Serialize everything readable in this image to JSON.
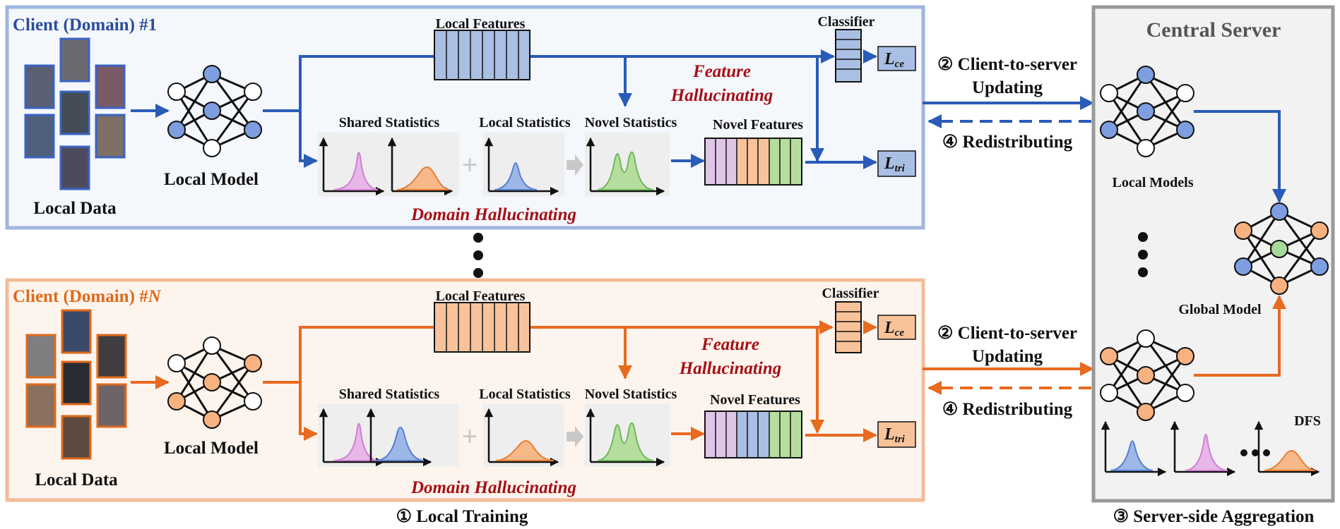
{
  "client1": {
    "title": "Client (Domain) #1",
    "local_data": "Local Data",
    "local_model": "Local Model",
    "local_features": "Local Features",
    "classifier": "Classifier",
    "loss_ce": "L",
    "loss_ce_sub": "ce",
    "loss_tri": "L",
    "loss_tri_sub": "tri",
    "shared_statistics": "Shared Statistics",
    "local_statistics": "Local Statistics",
    "novel_statistics": "Novel Statistics",
    "novel_features": "Novel Features",
    "feature_hallucinating_1": "Feature",
    "feature_hallucinating_2": "Hallucinating",
    "domain_hallucinating": "Domain Hallucinating"
  },
  "clientN": {
    "title_prefix": "Client (Domain) #",
    "title_n": "N",
    "local_data": "Local Data",
    "local_model": "Local Model",
    "local_features": "Local Features",
    "classifier": "Classifier",
    "loss_ce": "L",
    "loss_ce_sub": "ce",
    "loss_tri": "L",
    "loss_tri_sub": "tri",
    "shared_statistics": "Shared Statistics",
    "local_statistics": "Local Statistics",
    "novel_statistics": "Novel Statistics",
    "novel_features": "Novel Features",
    "feature_hallucinating_1": "Feature",
    "feature_hallucinating_2": "Hallucinating",
    "domain_hallucinating": "Domain Hallucinating"
  },
  "steps": {
    "upload_1": "② Client-to-server",
    "upload_2": "Updating",
    "redistribute": "④ Redistributing",
    "local_training": "① Local Training",
    "aggregation": "③ Server-side Aggregation"
  },
  "server": {
    "title": "Central Server",
    "local_models": "Local Models",
    "global_model": "Global Model",
    "dfs": "DFS"
  },
  "colors": {
    "blue": "#2a5bb8",
    "blue_fill": "#a9bfe4",
    "blue_node": "#7d9ee0",
    "orange": "#e86a1f",
    "orange_fill": "#f8c39a",
    "orange_node": "#f7b27f",
    "pink": "#e7b7e8",
    "green": "#a8d89a",
    "dark_red": "#a50f15"
  }
}
